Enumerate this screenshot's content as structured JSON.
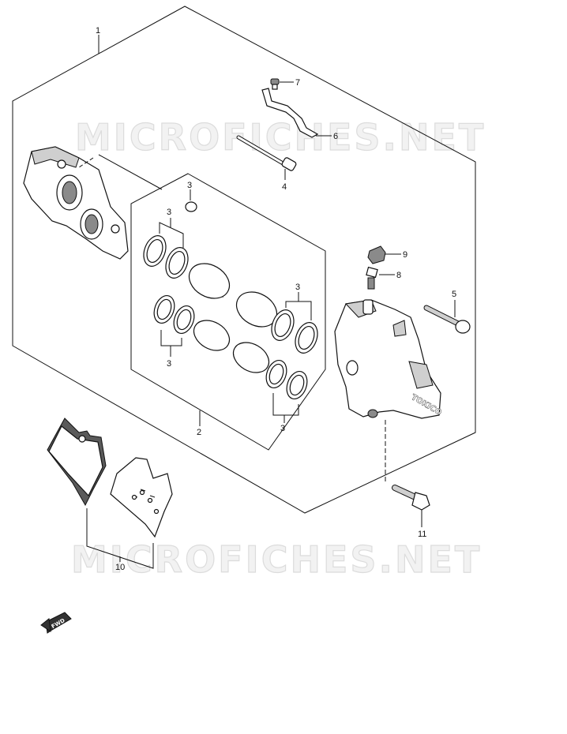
{
  "watermark": {
    "text_top": "MICROFICHES.NET",
    "text_bottom": "MICROFICHES.NET"
  },
  "callouts": {
    "c1": "1",
    "c2": "2",
    "c3a": "3",
    "c3b": "3",
    "c3c": "3",
    "c3d": "3",
    "c3e": "3",
    "c4": "4",
    "c5": "5",
    "c6": "6",
    "c7": "7",
    "c8": "8",
    "c9": "9",
    "c10": "10",
    "c11": "11"
  },
  "caliper_brand": "TOKICO",
  "fwd_label": "FWD",
  "colors": {
    "line": "#111111",
    "shade": "#8a8a8a",
    "watermark": "#dcdcdc"
  }
}
